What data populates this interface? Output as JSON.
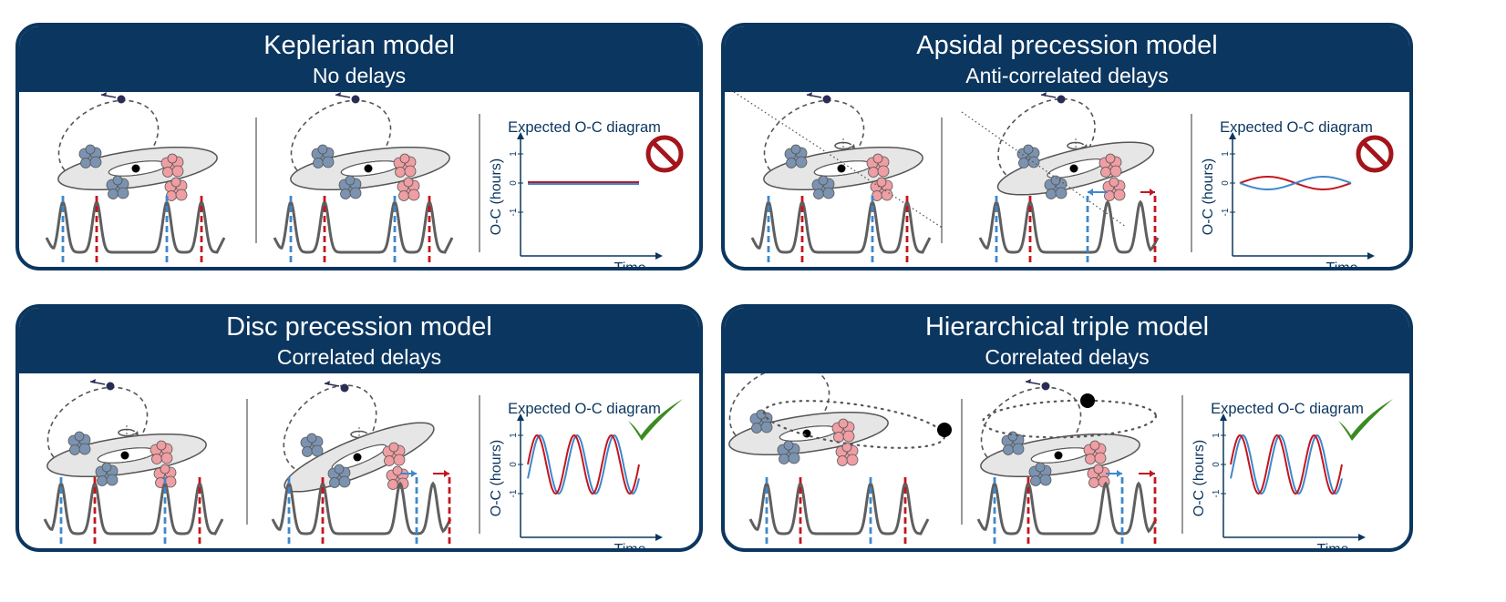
{
  "colors": {
    "header": "#0b365f",
    "star_blue": "#7b93b0",
    "star_pink": "#ef9ea3",
    "eclipse_blue": "#3d88cc",
    "eclipse_red": "#c3161f",
    "curve_grey": "#5f5f5f",
    "disc_fill": "#e6e6e6",
    "prohibited_red": "#a3151b",
    "check_green": "#3c8a22"
  },
  "panels": [
    {
      "id": "keplerian",
      "title": "Keplerian model",
      "subtitle": "No delays",
      "diagram_title": "Expected O-C diagram",
      "ylabel": "O-C (hours)",
      "xlabel": "Time",
      "yticks": [
        "1",
        "0",
        "-1"
      ],
      "delays": "none",
      "verdict": "prohibited-icon",
      "tertiary_star": false
    },
    {
      "id": "apsidal",
      "title": "Apsidal precession model",
      "subtitle": "Anti-correlated delays",
      "diagram_title": "Expected O-C diagram",
      "ylabel": "O-C (hours)",
      "xlabel": "Time",
      "yticks": [
        "1",
        "0",
        "-1"
      ],
      "delays": "anti-correlated",
      "verdict": "prohibited-icon",
      "tertiary_star": false
    },
    {
      "id": "disc",
      "title": "Disc precession model",
      "subtitle": "Correlated delays",
      "diagram_title": "Expected O-C diagram",
      "ylabel": "O-C (hours)",
      "xlabel": "Time",
      "yticks": [
        "1",
        "0",
        "-1"
      ],
      "delays": "correlated",
      "verdict": "checkmark-icon",
      "tertiary_star": false
    },
    {
      "id": "triple",
      "title": "Hierarchical triple model",
      "subtitle": "Correlated delays",
      "diagram_title": "Expected O-C diagram",
      "ylabel": "O-C (hours)",
      "xlabel": "Time",
      "yticks": [
        "1",
        "0",
        "-1"
      ],
      "delays": "correlated",
      "verdict": "checkmark-icon",
      "tertiary_star": true
    }
  ]
}
